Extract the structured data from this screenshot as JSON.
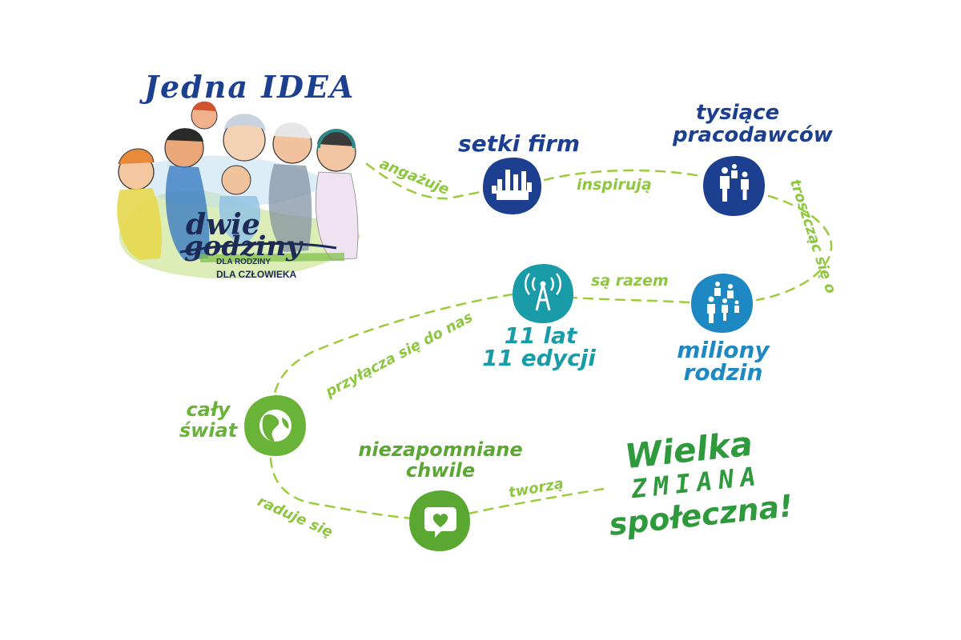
{
  "colors": {
    "navy": "#1d3f8f",
    "teal": "#1a9ba8",
    "sky": "#1e88c3",
    "lime": "#8dc63f",
    "green": "#5aa832",
    "dark_green": "#2e9a3c",
    "dash": "#9ccb3b"
  },
  "logo": {
    "title": "Jedna IDEA",
    "brand_line1": "dwie",
    "brand_line2": "godziny",
    "tagline1": "DLA RODZINY",
    "tagline2": "DLA CZŁOWIEKA"
  },
  "nodes": {
    "setki": {
      "label": "setki firm",
      "icon": "factory-icon"
    },
    "tysiace": {
      "label_line1": "tysiące",
      "label_line2": "pracodawców",
      "icon": "people-icon"
    },
    "miliony": {
      "label_line1": "miliony",
      "label_line2": "rodzin",
      "icon": "family-icon"
    },
    "edycje": {
      "label_line1": "11 lat",
      "label_line2": "11 edycji",
      "icon": "broadcast-tower-icon"
    },
    "swiat": {
      "label_line1": "cały",
      "label_line2": "świat",
      "icon": "globe-icon"
    },
    "chwile": {
      "label_line1": "niezapomniane",
      "label_line2": "chwile",
      "icon": "heart-speech-bubble-icon"
    }
  },
  "connectors": {
    "angazuje": "angażuje",
    "inspiruja": "inspirują",
    "troszcza": "troszcząc się o",
    "sa_razem": "są razem",
    "przylacza": "przyłącza się do nas",
    "raduje": "raduje się",
    "tworza": "tworzą"
  },
  "headline": {
    "line1": "Wielka",
    "line2": "ZMIANA",
    "line3": "społeczna!"
  }
}
